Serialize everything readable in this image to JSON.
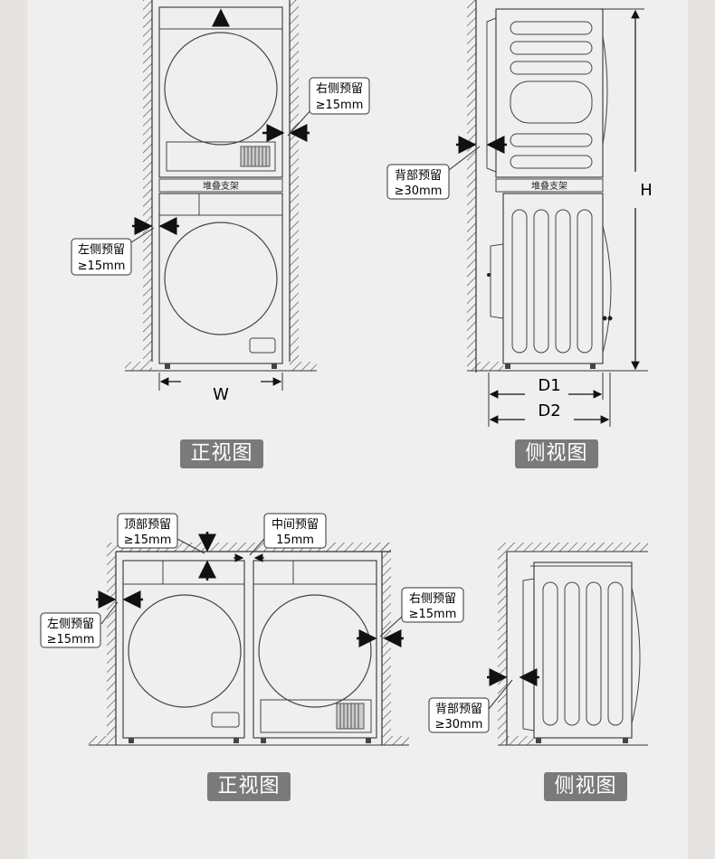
{
  "top_front": {
    "stand_label": "堆叠支架",
    "right_note": {
      "line1": "右侧预留",
      "line2": "≥15mm"
    },
    "left_note": {
      "line1": "左侧预留",
      "line2": "≥15mm"
    },
    "width_dim": "W",
    "caption": "正视图"
  },
  "top_side": {
    "stand_label": "堆叠支架",
    "back_note": {
      "line1": "背部预留",
      "line2": "≥30mm"
    },
    "height_dim": "H",
    "depth1_dim": "D1",
    "depth2_dim": "D2",
    "caption": "侧视图"
  },
  "bottom_front": {
    "top_note": {
      "line1": "顶部预留",
      "line2": "≥15mm"
    },
    "middle_note": {
      "line1": "中间预留",
      "line2": "15mm"
    },
    "left_note": {
      "line1": "左侧预留",
      "line2": "≥15mm"
    },
    "right_note": {
      "line1": "右侧预留",
      "line2": "≥15mm"
    },
    "caption": "正视图"
  },
  "bottom_side": {
    "back_note": {
      "line1": "背部预留",
      "line2": "≥30mm"
    },
    "caption": "侧视图"
  }
}
